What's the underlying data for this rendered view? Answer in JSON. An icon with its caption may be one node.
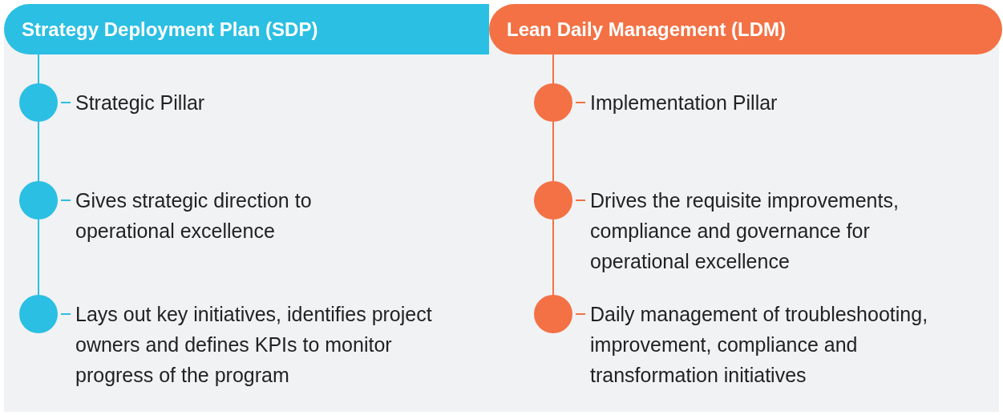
{
  "diagram": {
    "nodes": [
      {
        "text": [
          "Strategy Deployment Plan (SDP)"
        ]
      },
      {
        "text": [],
        "shape": "circle",
        "beside": [
          "Strategic Pillar"
        ]
      },
      {
        "text": [],
        "shape": "circle",
        "beside": [
          "Gives strategic direction to operational excellence"
        ]
      },
      {
        "text": [],
        "shape": "circle",
        "beside": [
          "Lays out key initiatives, identifies project owners and defines KPIs to monitor progress of the program"
        ]
      },
      {
        "text": [
          "Lean Daily Management (LDM)"
        ]
      },
      {
        "text": [],
        "shape": "circle",
        "beside": [
          "Implementation Pillar"
        ]
      },
      {
        "text": [],
        "shape": "circle",
        "beside": [
          "Drives the requisite improvements, compliance and governance for operational excellence"
        ]
      },
      {
        "text": [],
        "shape": "circle",
        "beside": [
          "Daily management of troubleshooting, improvement, compliance and transformation initiatives"
        ]
      }
    ],
    "edges": [
      {
        "from": 0,
        "to": 1,
        "arrow": "none",
        "color": "#2bbfe3"
      },
      {
        "from": 1,
        "to": 2,
        "arrow": "none",
        "color": "#2bbfe3"
      },
      {
        "from": 2,
        "to": 3,
        "arrow": "none",
        "color": "#2bbfe3"
      },
      {
        "from": 4,
        "to": 5,
        "arrow": "none",
        "color": "#f37144"
      },
      {
        "from": 5,
        "to": 6,
        "arrow": "none",
        "color": "#f37144"
      },
      {
        "from": 6,
        "to": 7,
        "arrow": "none",
        "color": "#f37144"
      }
    ]
  }
}
